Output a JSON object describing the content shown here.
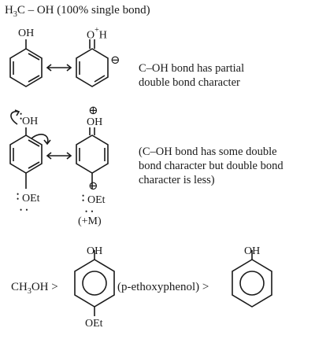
{
  "header": {
    "pre": "H",
    "sub": "3",
    "post": "C – OH (100% single bond)"
  },
  "row1": {
    "left_label": "OH",
    "right_label": "O",
    "right_plus": "+",
    "right_h": "H",
    "minus": "⊖",
    "arrow": "↔",
    "note_line1": "C–OH bond has partial",
    "note_line2": "double bond character"
  },
  "row2": {
    "left_label": "OH",
    "right_plus": "⊕",
    "right_label": "OH",
    "left_bottom": "OEt",
    "right_bottom": "OEt",
    "minus": "⊖",
    "arrow": "↔",
    "effect": "(+M)",
    "note_line1": "(C–OH bond has some double",
    "note_line2": "bond character but double bond",
    "note_line3": "character is less)"
  },
  "row3": {
    "ch3oh_pre": "CH",
    "ch3oh_sub": "3",
    "ch3oh_post": "OH >",
    "ring1_top": "OH",
    "ring1_bottom": "OEt",
    "middle": "(p-ethoxyphenol) >",
    "ring2_top": "OH"
  }
}
